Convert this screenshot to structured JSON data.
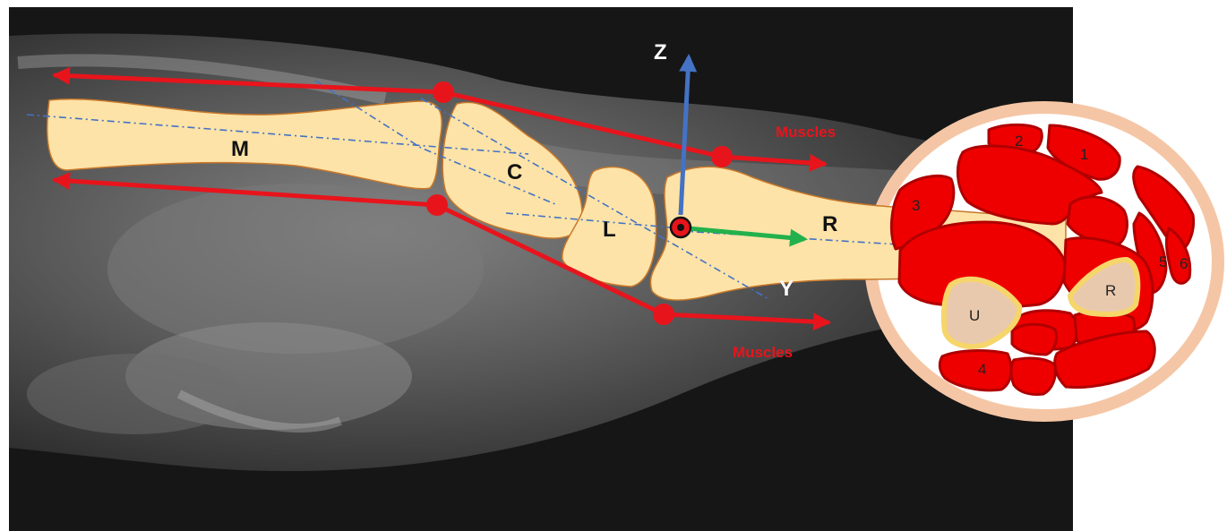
{
  "colors": {
    "background": "#ffffff",
    "xray_dark": "#151515",
    "bone_fill": "#fde3a7",
    "bone_outline": "#c8782a",
    "muscle_line": "#e8141c",
    "muscle_text": "#e8141c",
    "axis_z": "#4472c4",
    "axis_y": "#22b14c",
    "skin_ring": "#f5c6a5",
    "muscle_fill": "#ee0000",
    "muscle_outline": "#b00000",
    "bone_xs_fill": "#e9c9ae",
    "bone_xs_outline": "#f6d56a"
  },
  "bones": {
    "m": "M",
    "c": "C",
    "l": "L",
    "r": "R"
  },
  "axes": {
    "z": "Z",
    "y": "Y"
  },
  "muscles": {
    "upper": "Muscles",
    "lower": "Muscles"
  },
  "cross_section": {
    "muscle_groups": [
      "1",
      "2",
      "3",
      "4",
      "5",
      "6"
    ],
    "ulna": "U",
    "radius": "R"
  }
}
